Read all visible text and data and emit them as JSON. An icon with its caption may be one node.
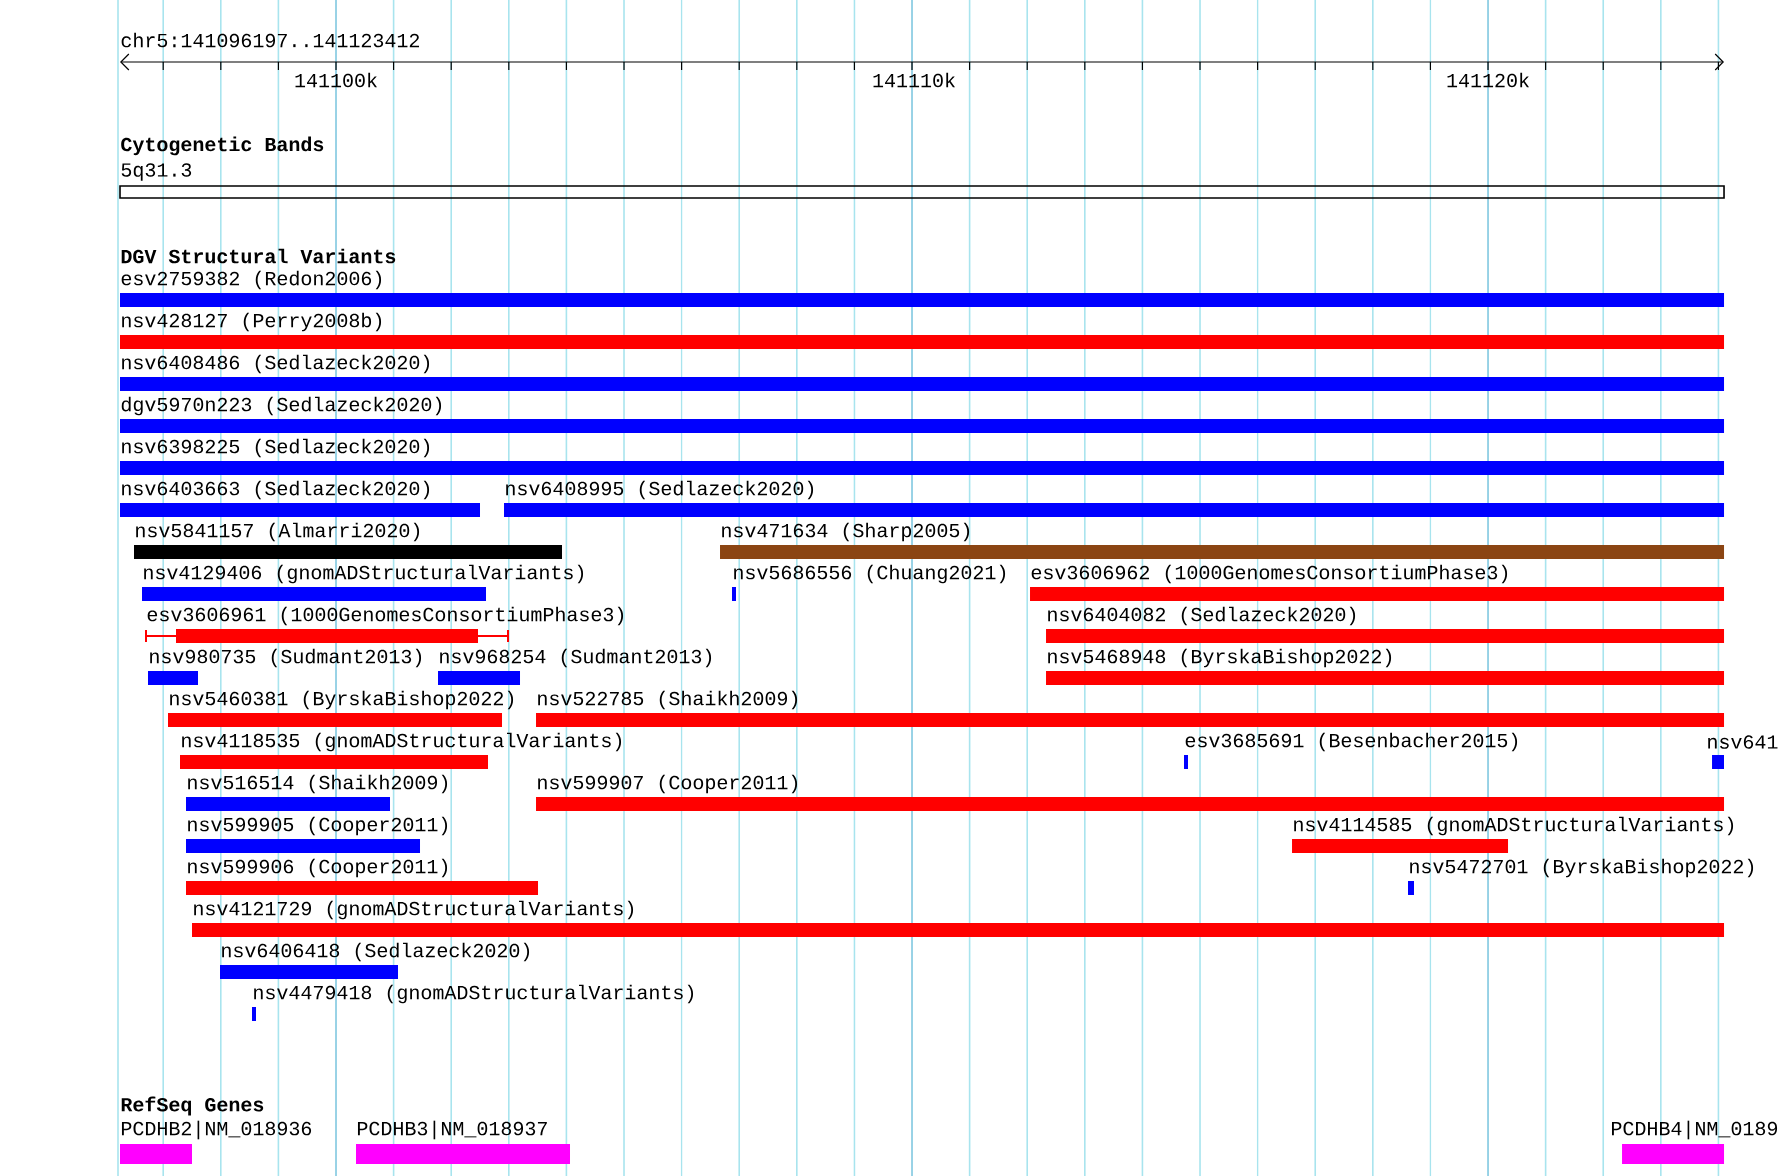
{
  "diagram": {
    "nodes": [
      {
        "text": [
          "esv2759382 (Redon2006)"
        ]
      },
      {
        "text": [
          "nsv428127 (Perry2008b)"
        ]
      },
      {
        "text": [
          "nsv6408486 (Sedlazeck2020)"
        ]
      },
      {
        "text": [
          "dgv5970n223 (Sedlazeck2020)"
        ]
      },
      {
        "text": [
          "nsv6398225 (Sedlazeck2020)"
        ]
      },
      {
        "text": [
          "nsv6403663 (Sedlazeck2020)"
        ]
      },
      {
        "text": [
          "nsv6408995 (Sedlazeck2020)"
        ]
      },
      {
        "text": [
          "nsv5841157 (Almarri2020)"
        ]
      },
      {
        "text": [
          "nsv471634 (Sharp2005)"
        ]
      },
      {
        "text": [
          "nsv4129406 (gnomADStructuralVariants)"
        ]
      },
      {
        "text": [
          "nsv5686556 (Chuang2021)"
        ]
      },
      {
        "text": [
          "esv3606962 (1000GenomesConsortiumPhase3)"
        ]
      },
      {
        "text": [
          "esv3606961 (1000GenomesConsortiumPhase3)"
        ]
      },
      {
        "text": [
          "nsv6404082 (Sedlazeck2020)"
        ]
      },
      {
        "text": [
          "nsv980735 (Sudmant2013)"
        ]
      },
      {
        "text": [
          "nsv968254 (Sudmant2013)"
        ]
      },
      {
        "text": [
          "nsv5468948 (ByrskaBishop2022)"
        ]
      },
      {
        "text": [
          "nsv5460381 (ByrskaBishop2022)"
        ]
      },
      {
        "text": [
          "nsv522785 (Shaikh2009)"
        ]
      },
      {
        "text": [
          "nsv4118535 (gnomADStructuralVariants)"
        ]
      },
      {
        "text": [
          "esv3685691 (Besenbacher2015)"
        ]
      },
      {
        "text": [
          "nsv641"
        ]
      },
      {
        "text": [
          "nsv516514 (Shaikh2009)"
        ]
      },
      {
        "text": [
          "nsv599907 (Cooper2011)"
        ]
      },
      {
        "text": [
          "nsv599905 (Cooper2011)"
        ]
      },
      {
        "text": [
          "nsv4114585 (gnomADStructuralVariants)"
        ]
      },
      {
        "text": [
          "nsv599906 (Cooper2011)"
        ]
      },
      {
        "text": [
          "nsv5472701 (ByrskaBishop2022)"
        ]
      },
      {
        "text": [
          "nsv4121729 (gnomADStructuralVariants)"
        ]
      },
      {
        "text": [
          "nsv6406418 (Sedlazeck2020)"
        ]
      },
      {
        "text": [
          "nsv4479418 (gnomADStructuralVariants)"
        ]
      },
      {
        "text": [
          "PCDHB2|NM_018936"
        ]
      },
      {
        "text": [
          "PCDHB3|NM_018937"
        ]
      },
      {
        "text": [
          "PCDHB4|NM_0189"
        ]
      }
    ],
    "labels": [
      "chr5:141096197..141123412",
      "141100k",
      "141110k",
      "141120k",
      "Cytogenetic Bands",
      "5q31.3",
      "DGV Structural Variants",
      "RefSeq Genes"
    ]
  }
}
